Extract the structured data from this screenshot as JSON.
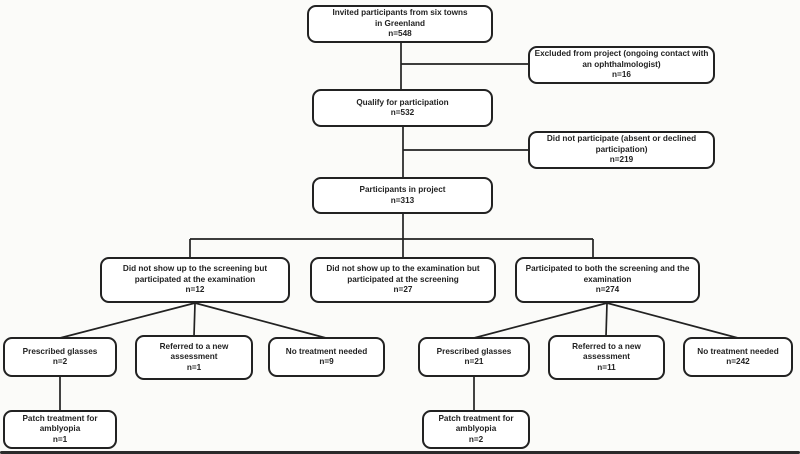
{
  "figure": {
    "background": "#fbfbf9",
    "box_fill": "#ffffff",
    "ink": "#222222"
  },
  "nodes": {
    "invited": {
      "lines": [
        "Invited participants from six towns",
        "in Greenland",
        "n=548"
      ],
      "n": "548"
    },
    "excluded": {
      "lines": [
        "Excluded from project (ongoing contact with",
        "an ophthalmologist)",
        "n=16"
      ],
      "n": "16"
    },
    "qualify": {
      "lines": [
        "Qualify for participation",
        "n=532"
      ],
      "n": "532"
    },
    "did_not_participate": {
      "lines": [
        "Did not participate (absent or declined",
        "participation)",
        "n=219"
      ],
      "n": "219"
    },
    "participants": {
      "lines": [
        "Participants in project",
        "n=313"
      ],
      "n": "313"
    },
    "missed_screening": {
      "lines": [
        "Did not show up to the screening but",
        "participated at the examination",
        "n=12"
      ],
      "n": "12"
    },
    "missed_examination": {
      "lines": [
        "Did not show up to the examination but",
        "participated at the screening",
        "n=27"
      ],
      "n": "27"
    },
    "both_participated": {
      "lines": [
        "Participated to both the screening and the",
        "examination",
        "n=274"
      ],
      "n": "274"
    },
    "glasses_left": {
      "lines": [
        "Prescribed glasses",
        "n=2"
      ],
      "n": "2"
    },
    "referred_left": {
      "lines": [
        "Referred to a new",
        "assessment",
        "n=1"
      ],
      "n": "1"
    },
    "no_treatment_left": {
      "lines": [
        "No treatment needed",
        "n=9"
      ],
      "n": "9"
    },
    "glasses_right": {
      "lines": [
        "Prescribed glasses",
        "n=21"
      ],
      "n": "21"
    },
    "referred_right": {
      "lines": [
        "Referred to a new",
        "assessment",
        "n=11"
      ],
      "n": "11"
    },
    "no_treatment_right": {
      "lines": [
        "No treatment needed",
        "n=242"
      ],
      "n": "242"
    },
    "patch_left": {
      "lines": [
        "Patch treatment for",
        "amblyopia",
        "n=1"
      ],
      "n": "1"
    },
    "patch_right": {
      "lines": [
        "Patch treatment for",
        "amblyopia",
        "n=2"
      ],
      "n": "2"
    }
  }
}
